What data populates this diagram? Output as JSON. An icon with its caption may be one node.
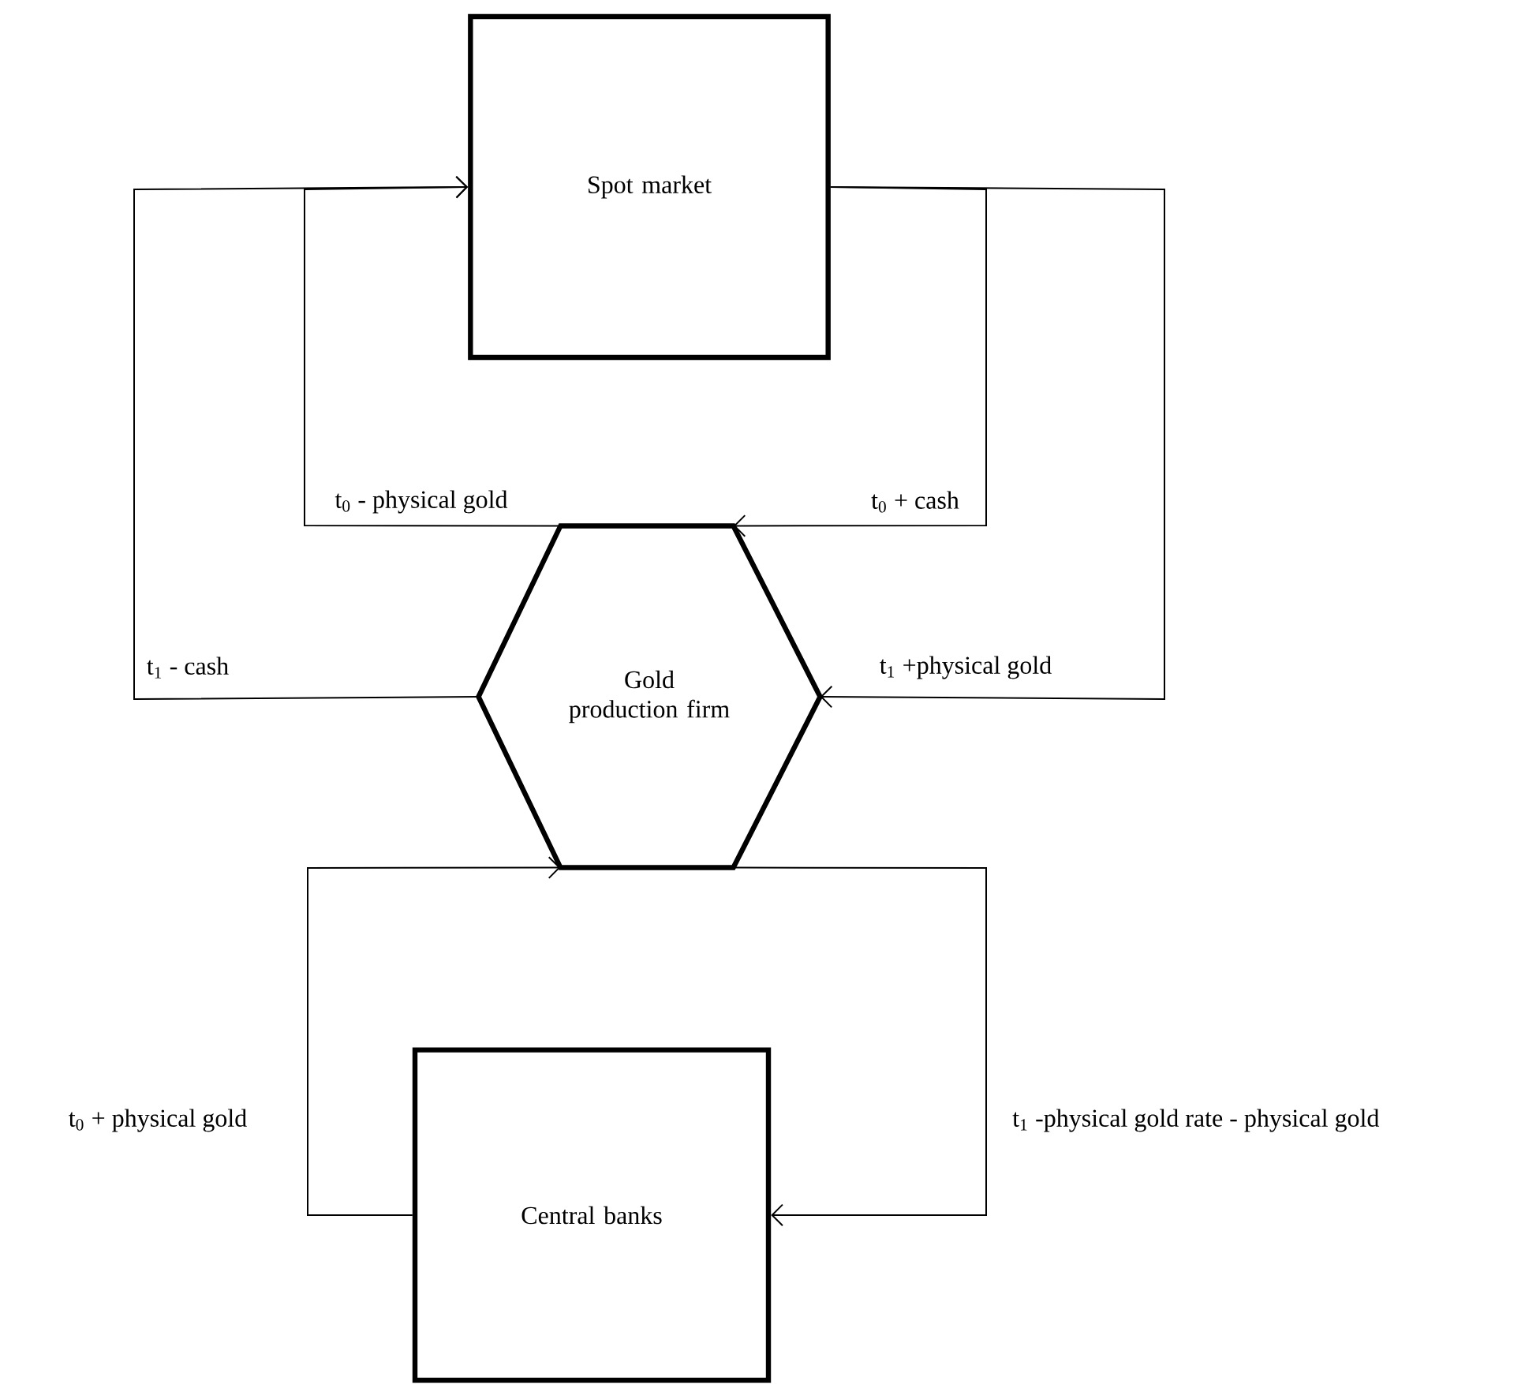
{
  "diagram": {
    "nodes": [
      {
        "text": [
          "Spot market"
        ]
      },
      {
        "text": [
          "Gold production firm"
        ]
      },
      {
        "text": [
          "Central banks"
        ]
      }
    ],
    "edges": [
      {
        "from": 0,
        "to": 1,
        "arrow": "to",
        "label": "t$_{0}$ + cash"
      },
      {
        "from": 0,
        "to": 1,
        "arrow": "to",
        "label": "t$_{1}$ +physical gold"
      },
      {
        "from": 1,
        "to": 0,
        "arrow": "to",
        "label": "t$_{0}$ - physical gold"
      },
      {
        "from": 1,
        "to": 0,
        "arrow": "to",
        "label": "t$_{1}$ - cash"
      },
      {
        "from": 2,
        "to": 1,
        "arrow": "to",
        "label": "t$_{0}$ + physical gold"
      },
      {
        "from": 1,
        "to": 2,
        "arrow": "to",
        "label": "t$_{1}$ -physical gold rate - physical gold"
      }
    ]
  }
}
